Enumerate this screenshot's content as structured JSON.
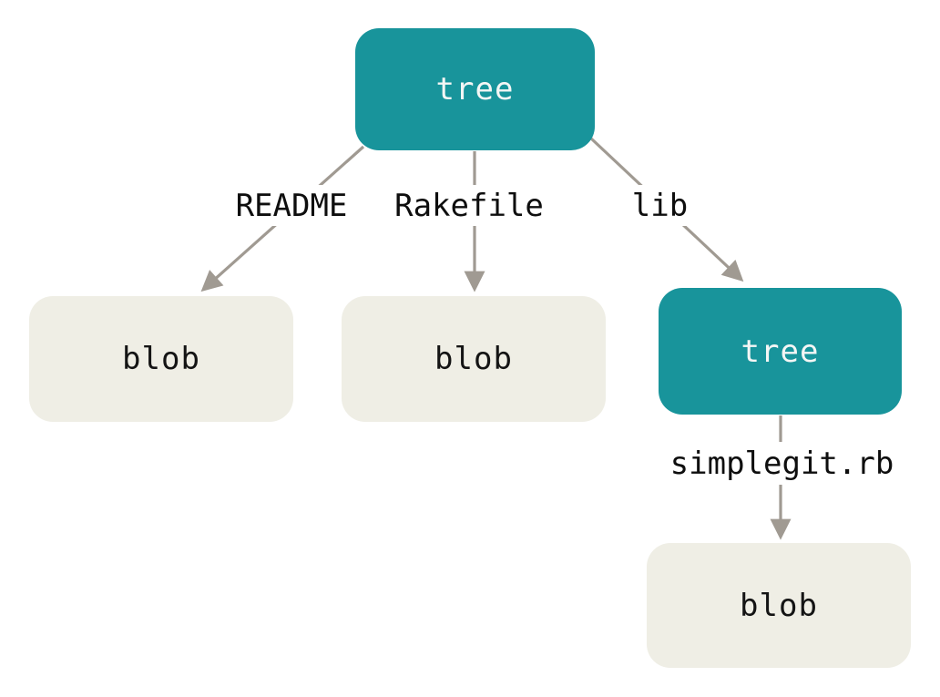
{
  "diagram": {
    "title": "git-tree-object-diagram",
    "nodes": [
      {
        "id": "tree-root",
        "type": "tree",
        "label": "tree"
      },
      {
        "id": "blob-readme",
        "type": "blob",
        "label": "blob"
      },
      {
        "id": "blob-rakefile",
        "type": "blob",
        "label": "blob"
      },
      {
        "id": "tree-lib",
        "type": "tree",
        "label": "tree"
      },
      {
        "id": "blob-simplegit",
        "type": "blob",
        "label": "blob"
      }
    ],
    "edges": [
      {
        "from": "tree-root",
        "to": "blob-readme",
        "label": "README"
      },
      {
        "from": "tree-root",
        "to": "blob-rakefile",
        "label": "Rakefile"
      },
      {
        "from": "tree-root",
        "to": "tree-lib",
        "label": "lib"
      },
      {
        "from": "tree-lib",
        "to": "blob-simplegit",
        "label": "simplegit.rb"
      }
    ],
    "colors": {
      "tree_fill": "#18949B",
      "tree_text": "#F4F6F5",
      "blob_fill": "#EFEEE5",
      "blob_text": "#141414",
      "edge_stroke": "#A09A92",
      "label_bg": "#FFFFFF",
      "label_text": "#0E0E0E",
      "background": "#FFFFFF"
    }
  }
}
